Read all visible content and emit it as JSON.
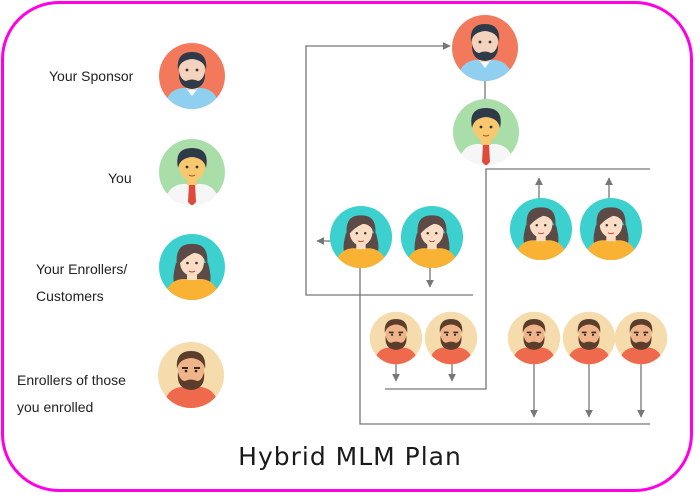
{
  "legend": [
    {
      "label": "Your Sponsor",
      "avatar": "sponsor"
    },
    {
      "label": "You",
      "avatar": "you"
    },
    {
      "label_lines": [
        "Your Enrollers/",
        "Customers"
      ],
      "avatar": "enroller"
    },
    {
      "label_lines": [
        "Enrollers of those",
        "you enrolled"
      ],
      "avatar": "second_level"
    }
  ],
  "title": "Hybrid MLM Plan",
  "colors": {
    "frame_border": "#ff00e6",
    "sponsor_bg": "#f2795c",
    "you_bg": "#a9dea9",
    "enroller_bg": "#3cd1cf",
    "second_level_bg": "#f6dcad",
    "line": "#777777"
  }
}
